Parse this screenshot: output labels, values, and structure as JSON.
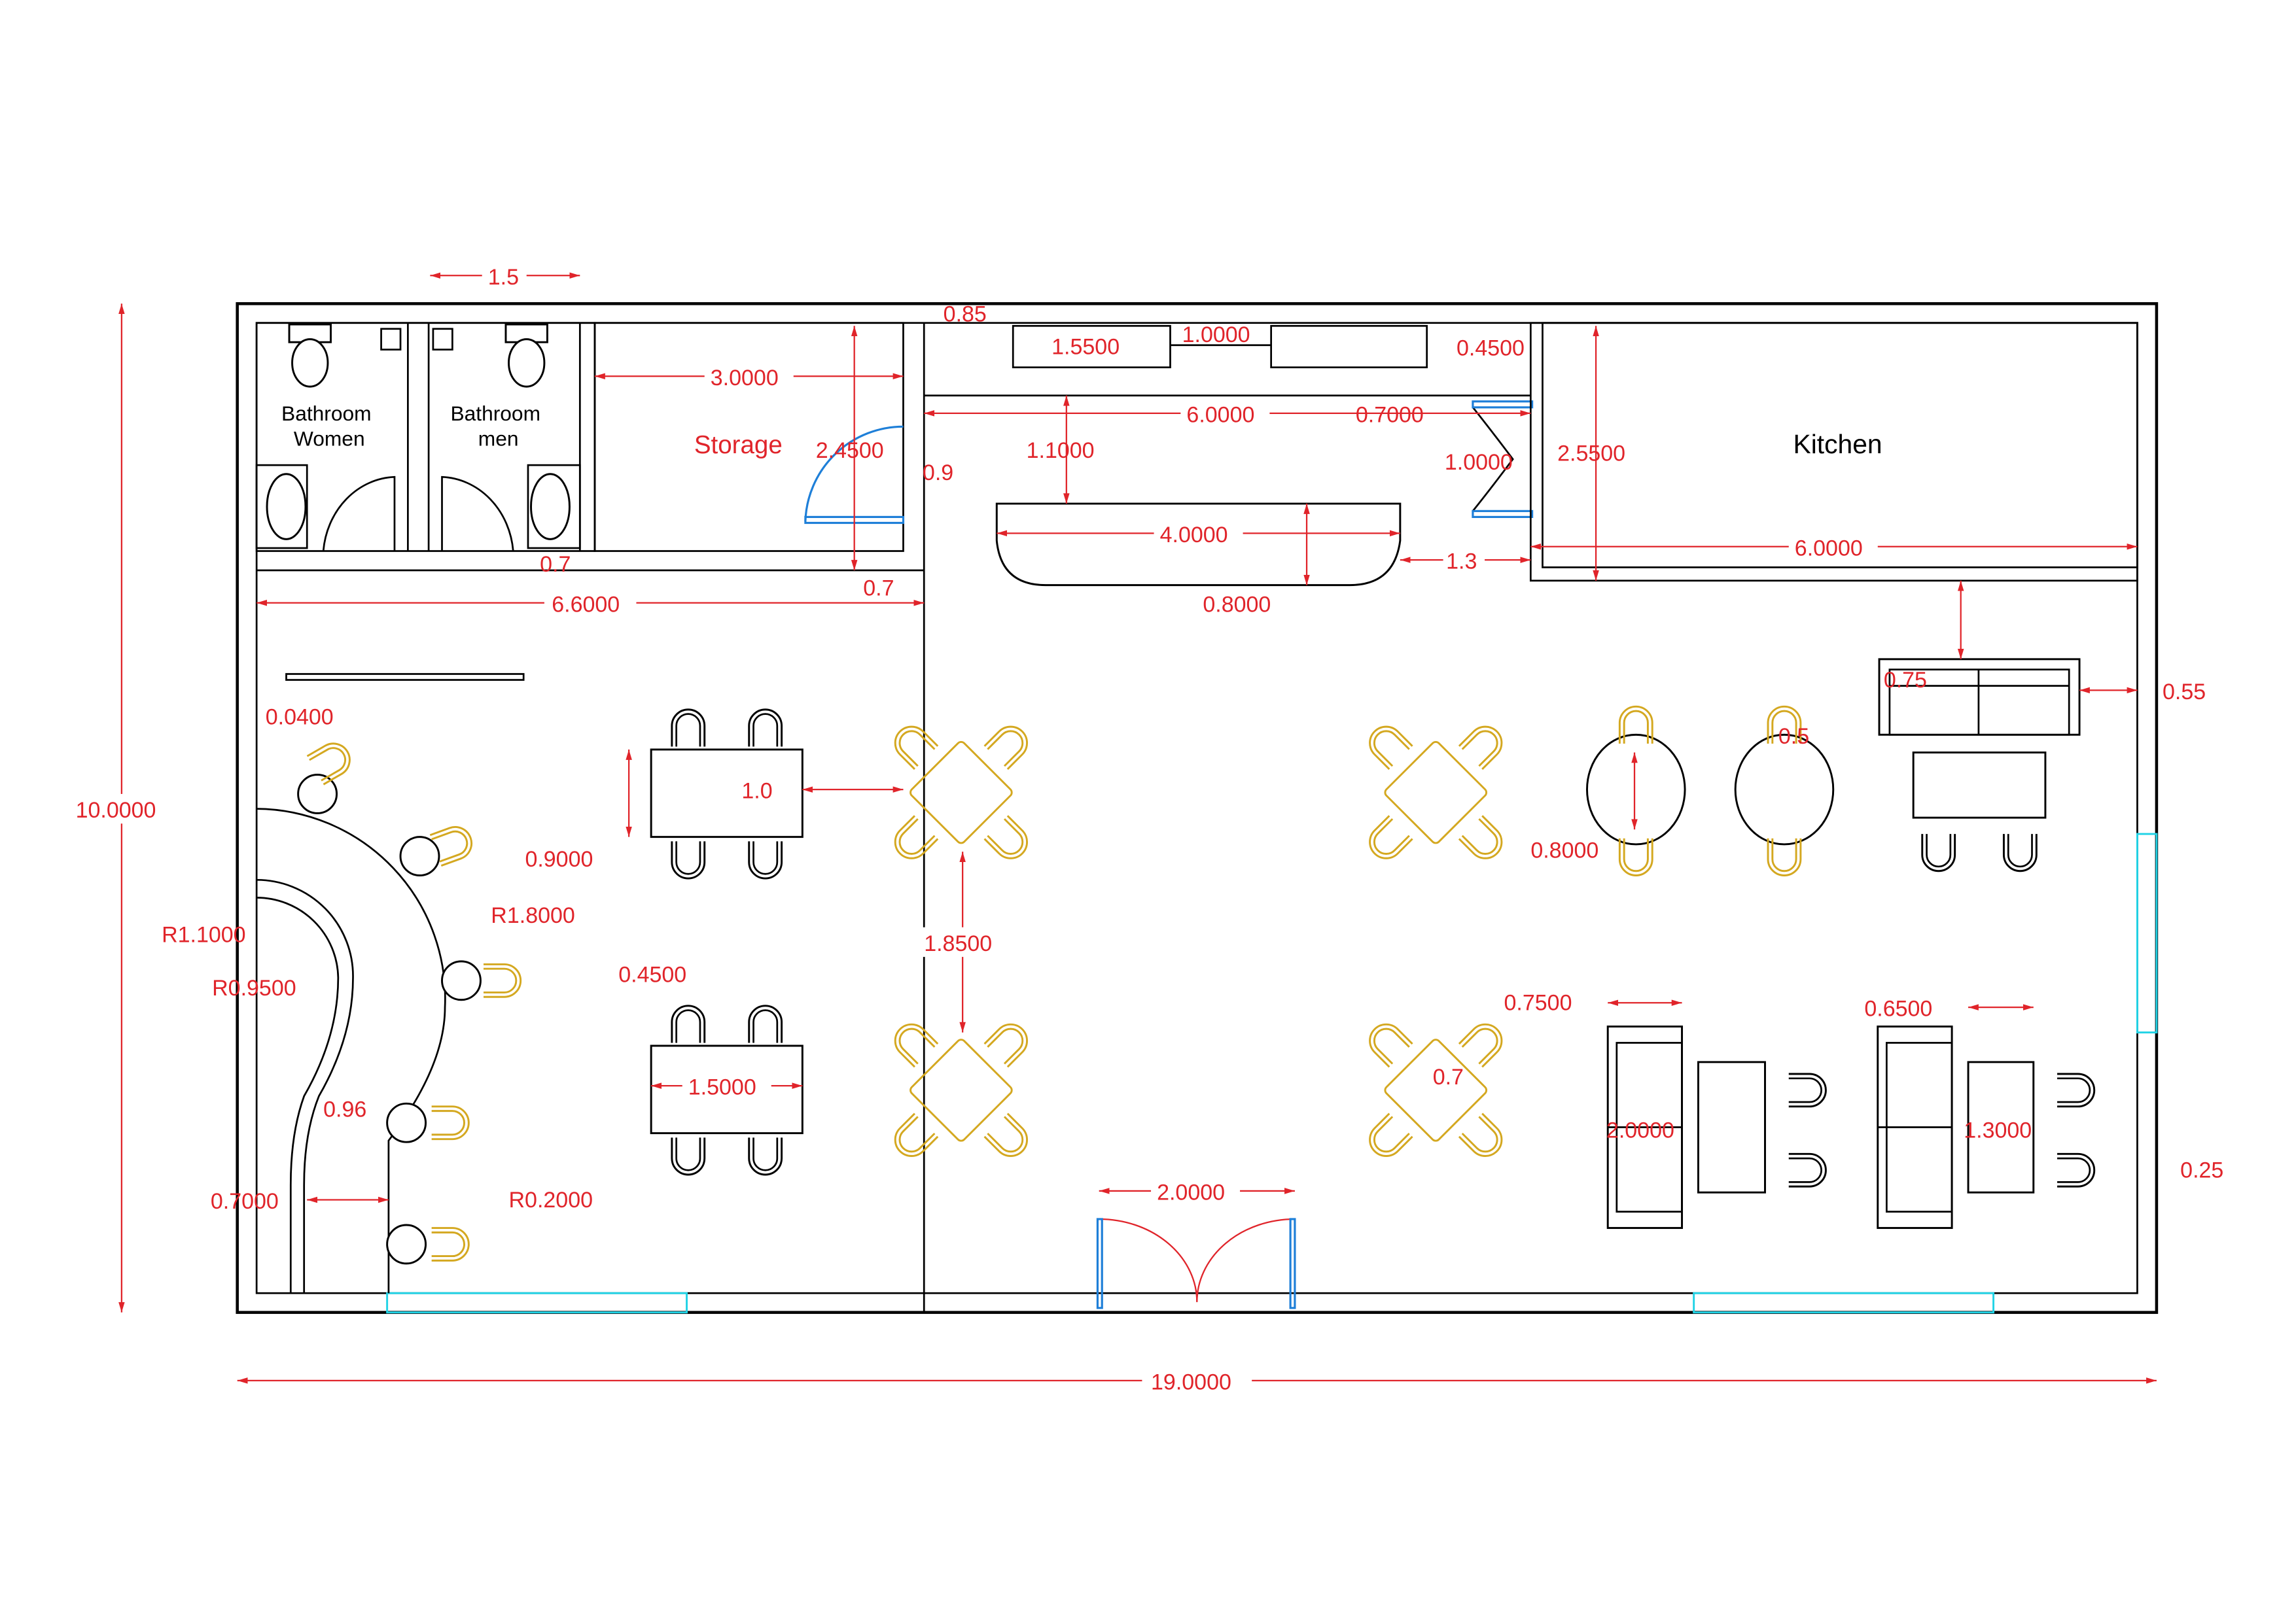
{
  "drawing": {
    "type": "architectural floor plan",
    "units": "m",
    "colors": {
      "walls": "#000000",
      "dimensions": "#e0242a",
      "dining_furniture": "#d4a820",
      "windows": "#22d3e6",
      "doors": "#1e7fd8"
    }
  },
  "rooms": {
    "bathroom_women_line1": "Bathroom",
    "bathroom_women_line2": "Women",
    "bathroom_men_line1": "Bathroom",
    "bathroom_men_line2": "men",
    "storage": "Storage",
    "kitchen": "Kitchen"
  },
  "overall": {
    "width": "19.0000",
    "height": "10.0000"
  },
  "dimensions": {
    "bathroom_width": "1.5",
    "storage_width": "3.0000",
    "storage_height": "2.4500",
    "storage_door": "0.9",
    "bath_door": "0.7",
    "corridor_offset": "0.7",
    "left_zone_width": "6.6000",
    "top_gap": "0.85",
    "counter_a": "1.5500",
    "counter_gap": "1.0000",
    "counter_depth": "0.4500",
    "bar_zone_width": "6.0000",
    "kitchen_door_offset": "0.7000",
    "bar_clearance": "1.1000",
    "kitchen_door": "1.0000",
    "kitchen_height": "2.5500",
    "kitchen_width": "6.0000",
    "bar_length": "4.0000",
    "bar_depth": "0.8000",
    "bar_to_kitchen": "1.3",
    "partition_thickness": "0.0400",
    "table_depth": "0.9000",
    "table_spacing": "1.0",
    "chair_width": "0.4500",
    "table_length": "1.5000",
    "square_table_spacing": "1.8500",
    "square_table": "0.7",
    "outer_radius": "R1.8000",
    "inner_radius_a": "R1.1000",
    "inner_radius_b": "R0.9500",
    "arc_length": "0.96",
    "counter_width": "0.7000",
    "stool_radius": "R0.2000",
    "entrance_width": "2.0000",
    "round_table": "0.8000",
    "round_chair_gap": "0.5",
    "sofa_offset": "0.75",
    "sofa_wall_gap": "0.55",
    "sofa_a_depth": "0.7500",
    "sofa_a_length": "2.0000",
    "sofa_b_depth": "0.6500",
    "coffee_table": "1.3000",
    "chair_wall_gap": "0.25"
  }
}
